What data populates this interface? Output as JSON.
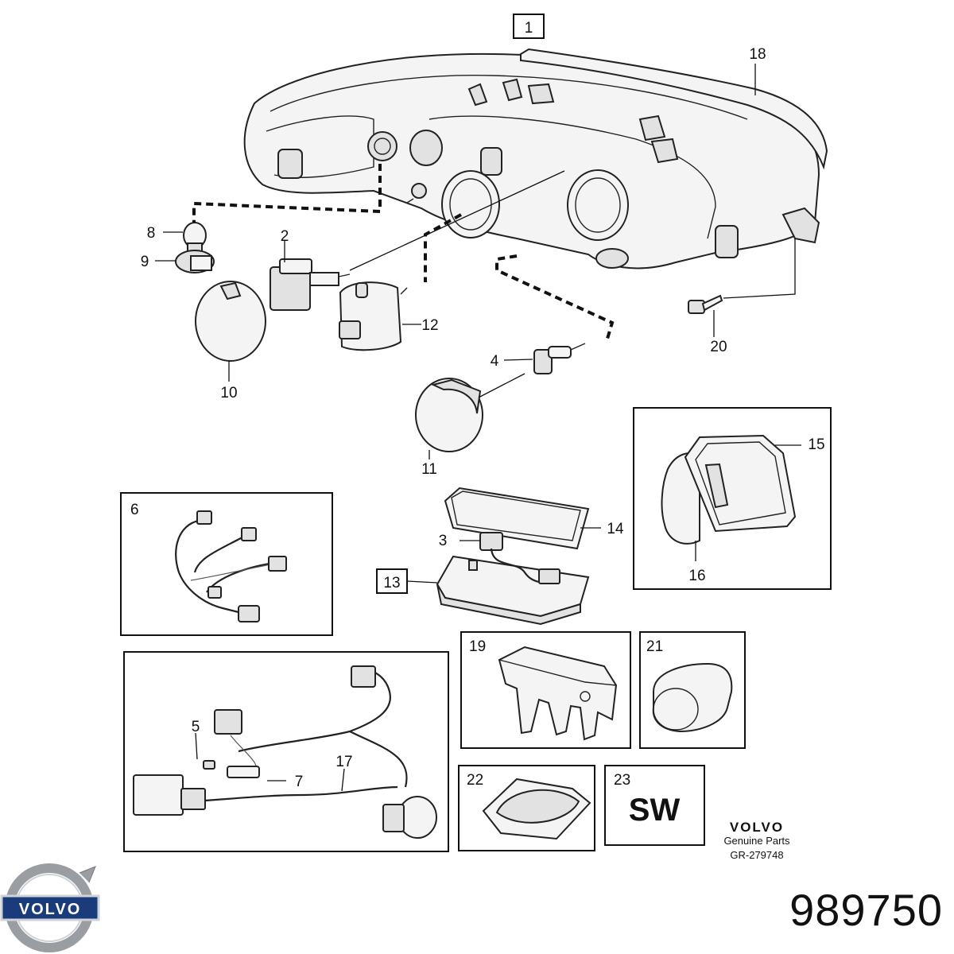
{
  "diagram": {
    "main_ref": "1",
    "labels": {
      "l2": "2",
      "l3": "3",
      "l4": "4",
      "l5": "5",
      "l6": "6",
      "l7": "7",
      "l8": "8",
      "l9": "9",
      "l10": "10",
      "l11": "11",
      "l12": "12",
      "l13": "13",
      "l14": "14",
      "l15": "15",
      "l16": "16",
      "l17": "17",
      "l18": "18",
      "l19": "19",
      "l20": "20",
      "l21": "21",
      "l22": "22",
      "l23": "23"
    },
    "sw_text": "SW",
    "brand_text": "VOLVO",
    "genuine_parts": "Genuine Parts",
    "drawing_ref": "GR-279748"
  },
  "footer": {
    "logo_text": "VOLVO",
    "part_number": "989750"
  },
  "colors": {
    "line": "#222222",
    "logo_silver": "#9a9ea3",
    "logo_blue": "#1b3c7a"
  }
}
